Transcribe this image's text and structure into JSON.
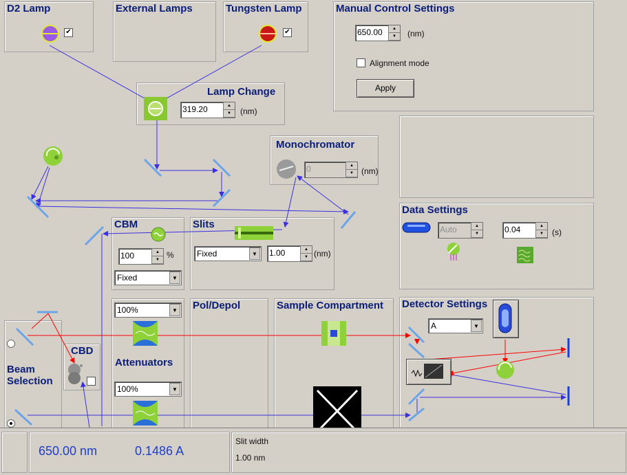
{
  "panels": {
    "d2_lamp": {
      "title": "D2 Lamp",
      "checked": "✔"
    },
    "external_lamps": {
      "title": "External Lamps"
    },
    "tungsten_lamp": {
      "title": "Tungsten Lamp",
      "checked": "✔"
    },
    "manual_control": {
      "title": "Manual Control Settings",
      "wavelength": "650.00",
      "unit": "(nm)",
      "alignment_label": "Alignment mode",
      "apply_label": "Apply"
    },
    "lamp_change": {
      "title": "Lamp Change",
      "wavelength": "319.20",
      "unit": "(nm)"
    },
    "monochromator": {
      "title": "Monochromator",
      "value": "0",
      "unit": "(nm)"
    },
    "data_settings": {
      "title": "Data Settings",
      "mode": "Auto",
      "time": "0.04",
      "unit": "(s)"
    },
    "cbm": {
      "title": "CBM",
      "value": "100",
      "unit": "%",
      "mode": "Fixed"
    },
    "slits": {
      "title": "Slits",
      "mode": "Fixed",
      "width": "1.00",
      "unit": "(nm)"
    },
    "attenuators": {
      "title": "Attenuators",
      "top_value": "100%",
      "bottom_value": "100%"
    },
    "pol_depol": {
      "title": "Pol/Depol"
    },
    "sample_compartment": {
      "title": "Sample Compartment"
    },
    "detector_settings": {
      "title": "Detector Settings",
      "mode": "A"
    },
    "beam_selection": {
      "title_line1": "Beam",
      "title_line2": "Selection"
    },
    "cbd": {
      "title": "CBD"
    }
  },
  "status_bar": {
    "wavelength": "650.00 nm",
    "absorbance": "0.1486 A",
    "slit_label": "Slit width",
    "slit_value": "1.00 nm"
  },
  "colors": {
    "beam_blue": "#3b2fe0",
    "beam_red": "#ff0000",
    "title_blue": "#0a1d7a",
    "status_blue": "#1f3ec8"
  }
}
